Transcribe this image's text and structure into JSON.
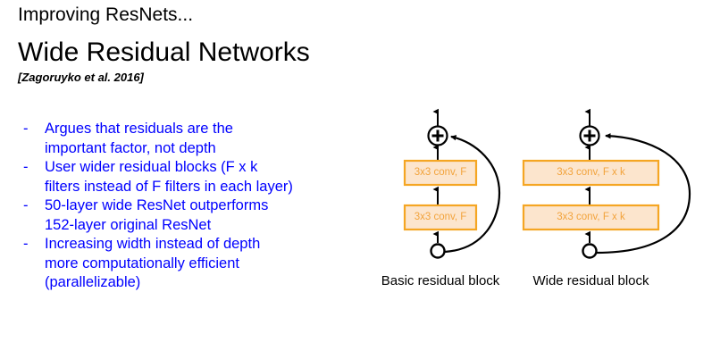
{
  "slide": {
    "kicker": "Improving ResNets...",
    "title": "Wide Residual Networks",
    "citation": "[Zagoruyko et al. 2016]"
  },
  "bullets": {
    "marker": "-",
    "color": "#0000FF",
    "items": [
      "Argues that residuals are the\nimportant factor, not depth",
      "User wider residual blocks (F x k\nfilters instead of F filters in each layer)",
      "50-layer wide ResNet outperforms\n152-layer original ResNet",
      "Increasing width instead of depth\nmore computationally efficient\n(parallelizable)"
    ]
  },
  "diagram": {
    "colors": {
      "box_fill": "#FCE5CD",
      "box_stroke": "#F5A623",
      "box_text": "#F2A33C",
      "line": "#000000",
      "node_fill": "#FFFFFF"
    },
    "blocks": [
      {
        "id": "basic-residual-block",
        "caption": "Basic residual block",
        "conv_labels": [
          "3x3 conv, F",
          "3x3 conv, F"
        ],
        "sum_symbol": "+"
      },
      {
        "id": "wide-residual-block",
        "caption": "Wide residual block",
        "conv_labels": [
          "3x3 conv, F x k",
          "3x3 conv, F x k"
        ],
        "sum_symbol": "+"
      }
    ]
  }
}
